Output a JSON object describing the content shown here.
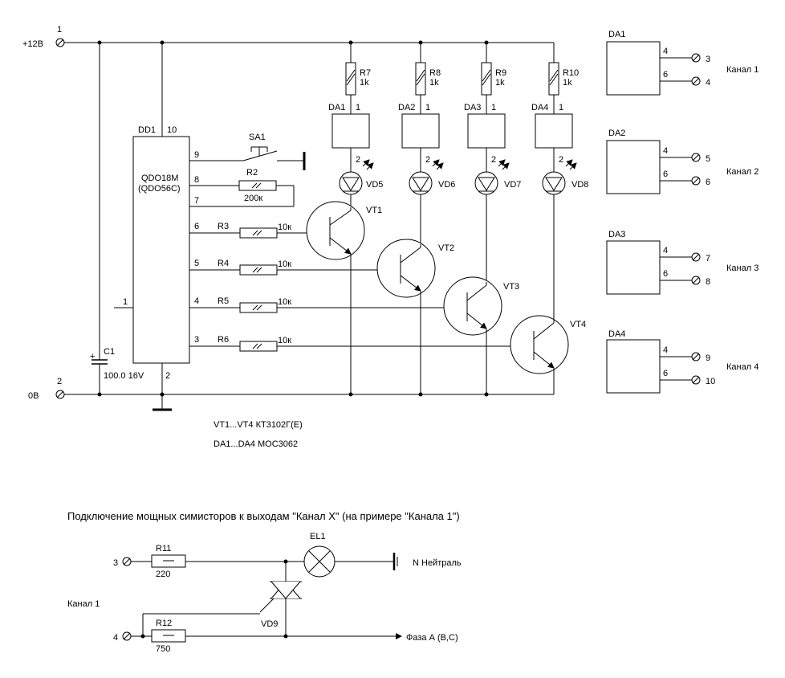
{
  "power": {
    "plus_label": "+12В",
    "plus_pin": "1",
    "gnd_label": "0В",
    "gnd_pin": "2"
  },
  "dd1": {
    "name": "DD1",
    "pin_top": "10",
    "pin_bottom": "2",
    "chip_line1": "QDO18M",
    "chip_line2": "(QDO56C)",
    "pins": {
      "p9": "9",
      "p8": "8",
      "p7": "7",
      "p6": "6",
      "p5": "5",
      "p4": "4",
      "p3": "3",
      "p1": "1"
    }
  },
  "c1": {
    "name": "C1",
    "plus": "+",
    "value": "100.0 16V"
  },
  "sa1": {
    "name": "SA1"
  },
  "r2": {
    "name": "R2",
    "value": "200к"
  },
  "base_resistors": [
    {
      "name": "R3",
      "value": "10к"
    },
    {
      "name": "R4",
      "value": "10к"
    },
    {
      "name": "R5",
      "value": "10к"
    },
    {
      "name": "R6",
      "value": "10к"
    }
  ],
  "channels": [
    {
      "r": "R7",
      "r_val": "1k",
      "da": "DA1",
      "da_pin1": "1",
      "led_pin": "2",
      "vd": "VD5",
      "vt": "VT1"
    },
    {
      "r": "R8",
      "r_val": "1k",
      "da": "DA2",
      "da_pin1": "1",
      "led_pin": "2",
      "vd": "VD6",
      "vt": "VT2"
    },
    {
      "r": "R9",
      "r_val": "1k",
      "da": "DA3",
      "da_pin1": "1",
      "led_pin": "2",
      "vd": "VD7",
      "vt": "VT3"
    },
    {
      "r": "R10",
      "r_val": "1k",
      "da": "DA4",
      "da_pin1": "1",
      "led_pin": "2",
      "vd": "VD8",
      "vt": "VT4"
    }
  ],
  "outputs": [
    {
      "da": "DA1",
      "pin_a": "4",
      "pin_b": "6",
      "term_a": "3",
      "term_b": "4",
      "label": "Канал 1"
    },
    {
      "da": "DA2",
      "pin_a": "4",
      "pin_b": "6",
      "term_a": "5",
      "term_b": "6",
      "label": "Канал 2"
    },
    {
      "da": "DA3",
      "pin_a": "4",
      "pin_b": "6",
      "term_a": "7",
      "term_b": "8",
      "label": "Канал 3"
    },
    {
      "da": "DA4",
      "pin_a": "4",
      "pin_b": "6",
      "term_a": "9",
      "term_b": "10",
      "label": "Канал 4"
    }
  ],
  "notes": {
    "transistors": "VT1...VT4 КТ3102Г(Е)",
    "optocouplers": "DA1...DA4 MOC3062"
  },
  "power_section": {
    "title": "Подключение мощных симисторов к выходам \"Канал X\" (на примере \"Канала 1\")",
    "channel_label": "Канал 1",
    "term_top": "3",
    "term_bottom": "4",
    "r11": {
      "name": "R11",
      "value": "220"
    },
    "r12": {
      "name": "R12",
      "value": "750"
    },
    "lamp": "EL1",
    "neutral": "N Нейтраль",
    "triac": "VD9",
    "phase": "Фаза А (В,С)"
  }
}
